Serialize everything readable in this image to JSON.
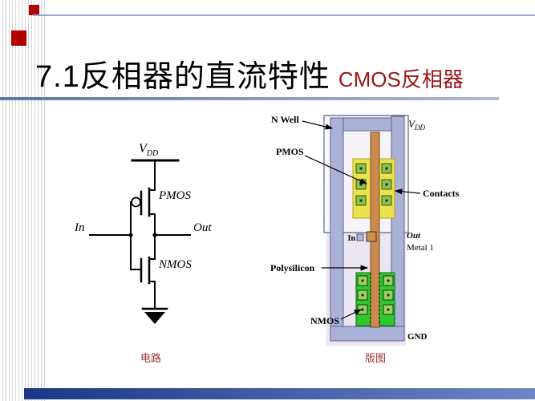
{
  "slide": {
    "title_main": "7.1反相器的直流特性",
    "title_sub": "CMOS反相器"
  },
  "circuit": {
    "vdd_v": "V",
    "vdd_sub": "DD",
    "pmos_label": "PMOS",
    "nmos_label": "NMOS",
    "in_label": "In",
    "out_label": "Out",
    "caption": "电路"
  },
  "layout": {
    "n_well_label": "N Well",
    "pmos_label": "PMOS",
    "contacts_label": "Contacts",
    "polysilicon_label": "Polysilicon",
    "nmos_label": "NMOS",
    "vdd_v": "V",
    "vdd_sub": "DD",
    "in_label": "In",
    "out_label": "Out",
    "metal1_label": "Metal 1",
    "gnd_label": "GND",
    "caption": "版图"
  },
  "colors": {
    "accent_red": "#b00000",
    "title_sub_red": "#9b1515",
    "caption_red": "#a03333",
    "metal_blue": "#aab2d8",
    "poly_orange": "#cc8a4e",
    "pdiff_yellow": "#ece24f",
    "ndiff_green": "#2ec82e",
    "contact_green": "#8cc04c",
    "divider_blue": "#5f74a8",
    "bottom_bar_blue": "#1b3786"
  }
}
